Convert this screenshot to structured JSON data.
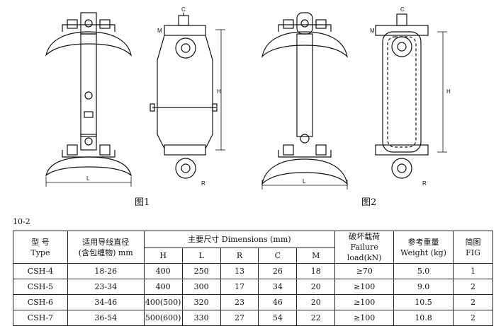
{
  "figures": {
    "fig1_caption": "图1",
    "fig2_caption": "图2",
    "dim_labels": {
      "L": "L",
      "H": "H",
      "M": "M",
      "C": "C",
      "R": "R"
    }
  },
  "table_label": "10-2",
  "table": {
    "headers": {
      "type_cn": "型 号",
      "type_en": "Type",
      "conductor_cn": "适用导线直径",
      "conductor_en": "(含包缠物) mm",
      "dims": "主要尺寸 Dimensions (mm)",
      "H": "H",
      "L": "L",
      "R": "R",
      "C": "C",
      "M": "M",
      "failure_cn": "破坏载荷",
      "failure_en": "Failure load(kN)",
      "weight_cn": "参考重量",
      "weight_en": "Weight (kg)",
      "fig_cn": "简图",
      "fig_en": "FIG"
    },
    "rows": [
      {
        "type": "CSH-4",
        "dia": "18-26",
        "H": "400",
        "L": "250",
        "R": "13",
        "C": "26",
        "M": "18",
        "load": "≥70",
        "weight": "5.0",
        "fig": "1"
      },
      {
        "type": "CSH-5",
        "dia": "23-34",
        "H": "400",
        "L": "300",
        "R": "17",
        "C": "34",
        "M": "20",
        "load": "≥100",
        "weight": "9.0",
        "fig": "2"
      },
      {
        "type": "CSH-6",
        "dia": "34-46",
        "H": "400(500)",
        "L": "320",
        "R": "23",
        "C": "46",
        "M": "20",
        "load": "≥100",
        "weight": "10.5",
        "fig": "2"
      },
      {
        "type": "CSH-7",
        "dia": "36-54",
        "H": "500(600)",
        "L": "330",
        "R": "27",
        "C": "54",
        "M": "22",
        "load": "≥100",
        "weight": "10.8",
        "fig": "2"
      }
    ]
  }
}
